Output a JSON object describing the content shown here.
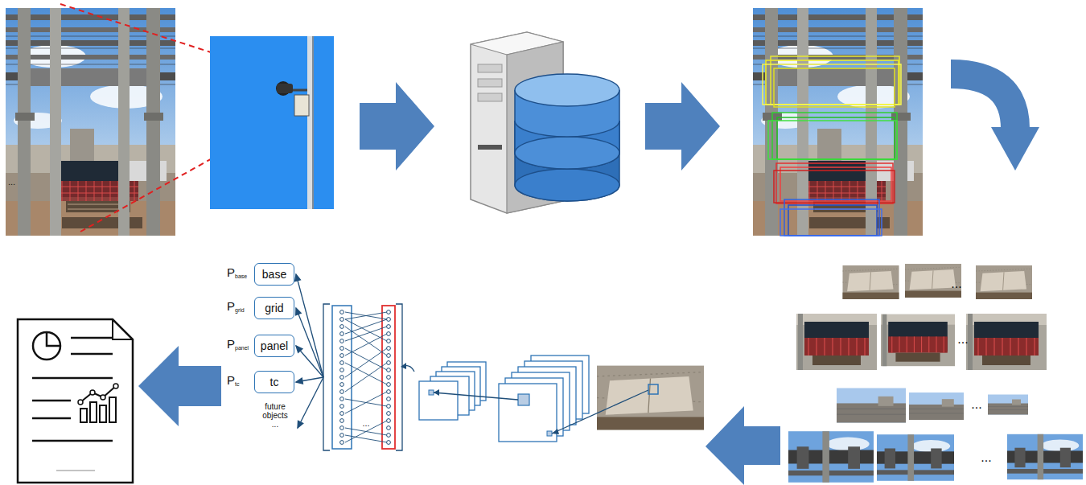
{
  "diagram": {
    "nodes": [
      {
        "text": [
          "base"
        ]
      },
      {
        "text": [
          "grid"
        ]
      },
      {
        "text": [
          "panel"
        ]
      },
      {
        "text": [
          "tc"
        ]
      }
    ],
    "labels": [
      "P",
      "base",
      "P",
      "grid",
      "P",
      "panel",
      "P",
      "tc",
      "future objects",
      "...",
      "...",
      "...",
      "...",
      "...",
      "...",
      "..."
    ]
  }
}
